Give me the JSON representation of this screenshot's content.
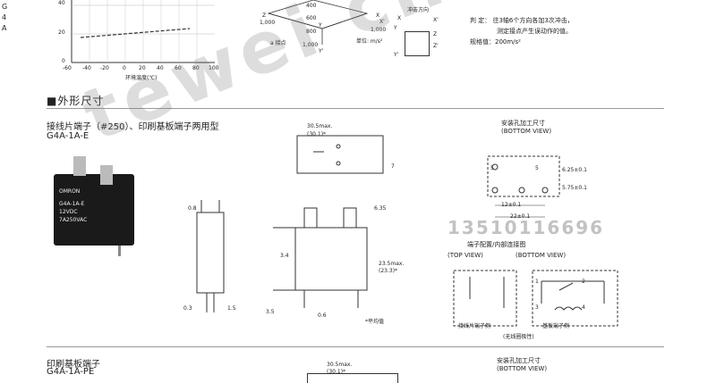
{
  "header": {
    "side_letters": [
      "G",
      "4",
      "A"
    ],
    "top_chart": {
      "y_ticks": [
        "40",
        "20",
        "0"
      ],
      "x_ticks": [
        "-60",
        "-40",
        "-20",
        "0",
        "20",
        "40",
        "60",
        "80",
        "100"
      ],
      "x_label": "环境温度(℃)"
    },
    "axes_diagram": {
      "labels": [
        "Z",
        "1,000",
        "400",
        "600",
        "800",
        "1,000",
        "X",
        "X'",
        "1,000",
        "Y",
        "Y'",
        "a 接点"
      ],
      "unit_label": "单位: m/s²",
      "impact_title": "冲击方向",
      "axis_marks": [
        "X",
        "Z",
        "Z'",
        "X'",
        "Y",
        "Y'"
      ]
    },
    "judgment_text": {
      "line1": "判 定：  往3轴6个方向各加3次冲击，",
      "line2": "测定接点产生误动作的值。",
      "line3": "规格值：200m/s²"
    }
  },
  "section": {
    "title": "■外形尺寸"
  },
  "product1": {
    "title": "接线片端子（#250）、印刷基板端子两用型",
    "model": "G4A-1A-E",
    "photo_text": [
      "OMRON",
      "G4A-1A-E",
      "12VDC",
      "7A250VAC"
    ],
    "dims": {
      "width": "30.5max.",
      "width_typ": "(30.1)*",
      "depth": "7",
      "left_a": "0.8",
      "right_a": "6.35",
      "small_34": "3.4",
      "height": "23.5max.",
      "height_typ": "(23.3)*",
      "bottom_03": "0.3",
      "bottom_15": "1.5",
      "bottom_35": "3.5",
      "bottom_06": "0.6",
      "footnote": "*平均值"
    },
    "mount_hole": {
      "title": "安装孔加工尺寸",
      "view": "(BOTTOM VIEW)",
      "d1": "6.25±0.1",
      "d2": "5.75±0.1",
      "d3": "12±0.1",
      "d4": "22±0.1",
      "d5": "5",
      "d6": "5"
    },
    "wiring": {
      "title": "端子配置/内部连接图",
      "view_top": "(TOP VIEW)",
      "view_bottom": "(BOTTOM VIEW)",
      "left_label": "接线片端子侧",
      "right_label": "基板端子侧",
      "pins": [
        "1",
        "2",
        "3",
        "4"
      ],
      "note": "(无线圈极性)"
    }
  },
  "product2": {
    "title": "印刷基板端子",
    "model": "G4A-1A-PE",
    "width": "30.5max.",
    "width_typ": "(30.1)*",
    "mount_title": "安装孔加工尺寸",
    "mount_view": "(BOTTOM VIEW)"
  },
  "watermark": {
    "main": "tewei chuang",
    "phone": "13510116696"
  }
}
